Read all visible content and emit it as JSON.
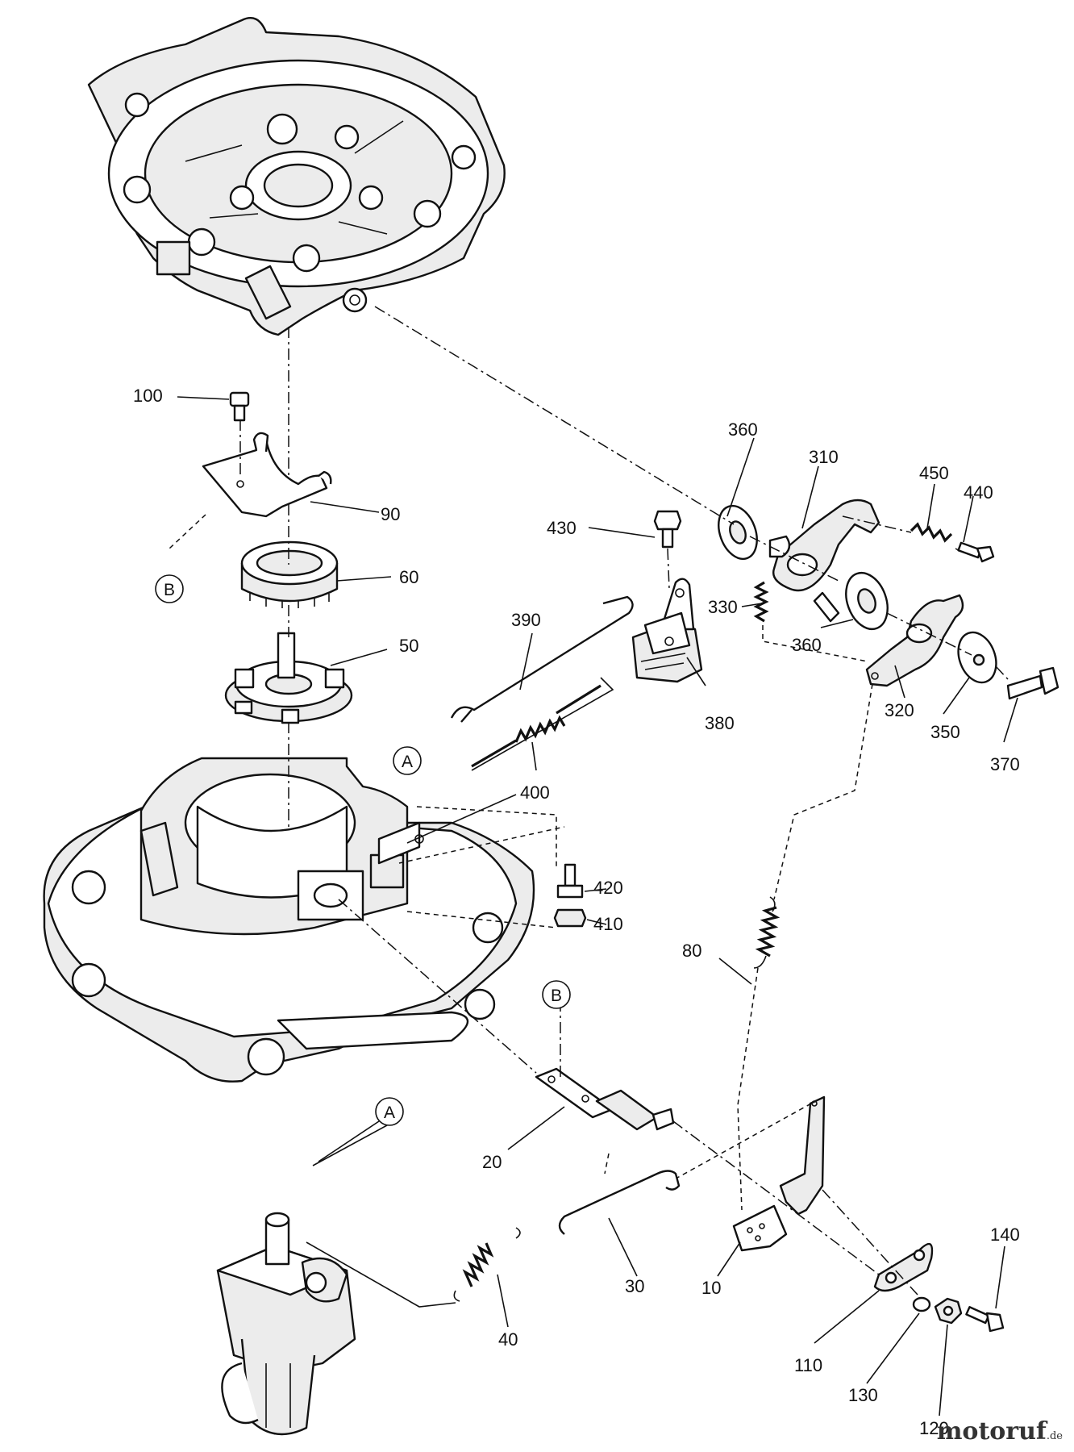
{
  "labels": {
    "l100": "100",
    "l90": "90",
    "l60": "60",
    "l50": "50",
    "l360a": "360",
    "l310": "310",
    "l450": "450",
    "l440": "440",
    "l430": "430",
    "l330": "330",
    "l360b": "360",
    "l390": "390",
    "l380": "380",
    "l320": "320",
    "l350": "350",
    "l370": "370",
    "l400": "400",
    "l420": "420",
    "l410": "410",
    "l80": "80",
    "l20": "20",
    "l30": "30",
    "l10": "10",
    "l40": "40",
    "l140": "140",
    "l110": "110",
    "l130": "130",
    "l120": "120"
  },
  "refs": {
    "b_top": "B",
    "a_mid": "A",
    "b_bottom": "B",
    "a_bottom": "A"
  },
  "watermark": {
    "name": "motoruf",
    "tld": ".de"
  }
}
